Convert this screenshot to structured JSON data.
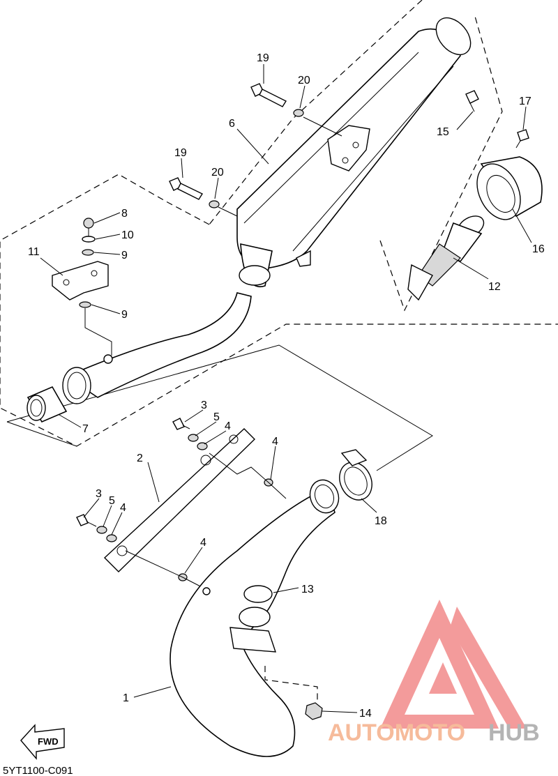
{
  "diagram": {
    "drawing_code": "5YT1100-C091",
    "fwd_label": "FWD",
    "callouts": [
      "1",
      "2",
      "3",
      "3",
      "4",
      "4",
      "4",
      "4",
      "5",
      "5",
      "6",
      "7",
      "8",
      "9",
      "9",
      "10",
      "11",
      "12",
      "13",
      "14",
      "15",
      "16",
      "17",
      "18",
      "19",
      "19",
      "20",
      "20"
    ]
  },
  "watermark": {
    "text_a": "AUTOMOTO",
    "text_b": "HUB",
    "color_a": "#f5b08a",
    "color_b": "#a8a8a8",
    "logo_color": "#f28a8a"
  }
}
